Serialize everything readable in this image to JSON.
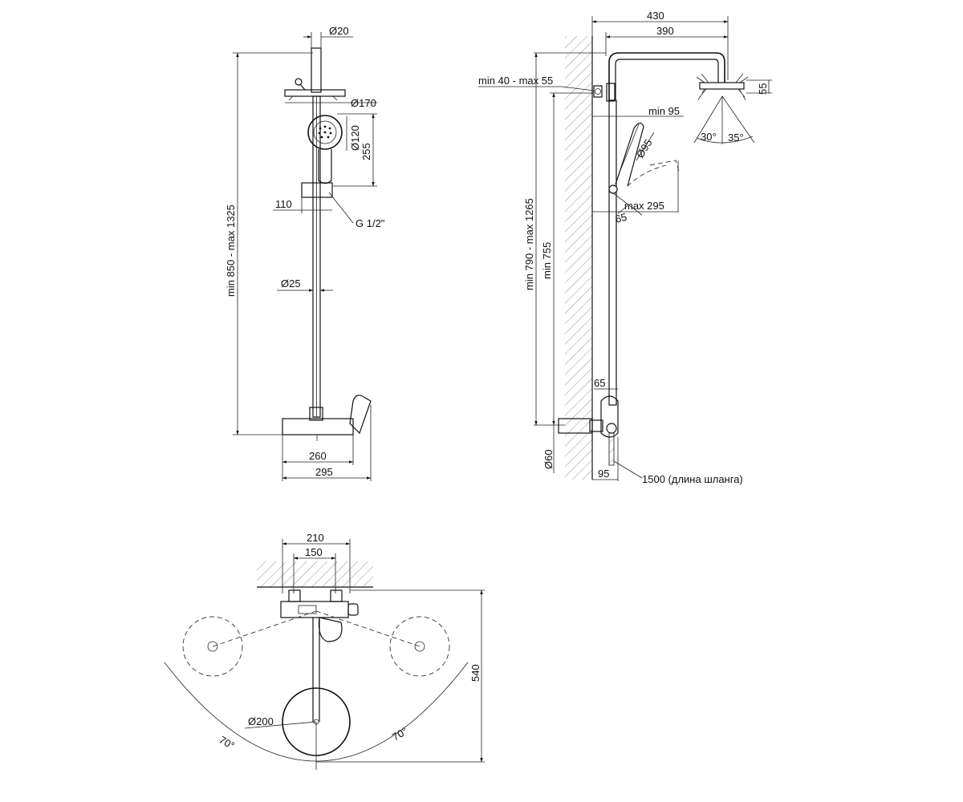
{
  "front_view": {
    "rod_diameter": "Ø20",
    "head_diameter": "Ø170",
    "hand_shower_diameter": "Ø120",
    "hand_to_holder": "255",
    "height_range": "min 850 - max 1325",
    "holder_offset": "110",
    "thread": "G 1/2\"",
    "pipe_diameter": "Ø25",
    "mixer_width": "260",
    "total_width": "295"
  },
  "side_view": {
    "total_reach": "430",
    "arm_reach": "390",
    "wall_offset": "min 40 - max 55",
    "head_height": "55",
    "hand_min": "min 95",
    "hand_diameter": "Ø95",
    "hand_max": "max 295",
    "hand_angle": "65",
    "angle_left": "30°",
    "angle_right": "35°",
    "height_range": "min 790 - max 1265",
    "min_height": "min 755",
    "mixer_dim": "65",
    "connector_diameter": "Ø60",
    "bottom_offset": "95",
    "hose_length": "1500 (длина шланга)"
  },
  "top_view": {
    "outer_width": "210",
    "inner_width": "150",
    "depth": "540",
    "head_diameter": "Ø200",
    "swivel_left": "70°",
    "swivel_right": "70°"
  }
}
